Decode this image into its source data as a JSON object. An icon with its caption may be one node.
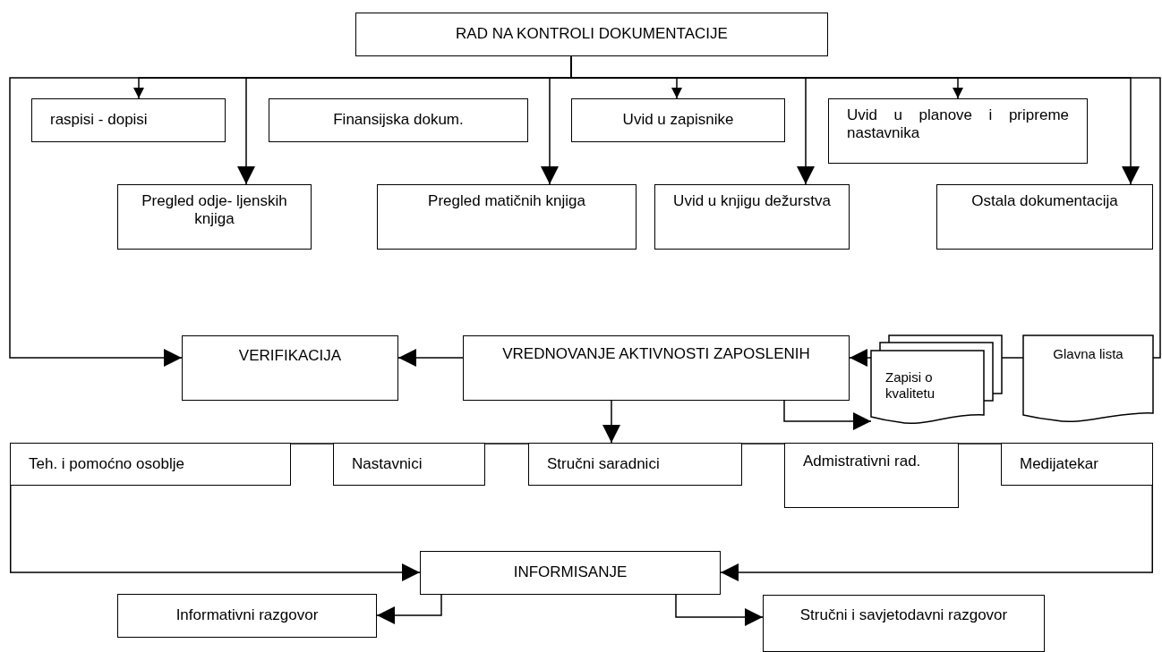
{
  "diagram": {
    "nodes": [
      {
        "text": [
          "RAD NA KONTROLI DOKUMENTACIJE"
        ]
      },
      {
        "text": [
          "raspisi - dopisi"
        ]
      },
      {
        "text": [
          "Finansijska dokum."
        ]
      },
      {
        "text": [
          "Uvid u zapisnike"
        ]
      },
      {
        "text": [
          "Uvid u planove i pripreme nastavnika"
        ]
      },
      {
        "text": [
          "Pregled odje- ljenskih knjiga"
        ]
      },
      {
        "text": [
          "Pregled matičnih knjiga"
        ]
      },
      {
        "text": [
          "Uvid u knjigu dežurstva"
        ]
      },
      {
        "text": [
          "Ostala dokumentacija"
        ]
      },
      {
        "text": [
          "VERIFIKACIJA"
        ]
      },
      {
        "text": [
          "VREDNOVANJE AKTIVNOSTI ZAPOSLENIH"
        ]
      },
      {
        "text": [
          "Zapisi o kvalitetu"
        ]
      },
      {
        "text": [
          "Glavna lista"
        ]
      },
      {
        "text": [
          "Teh. i pomoćno osoblje"
        ]
      },
      {
        "text": [
          "Nastavnici"
        ]
      },
      {
        "text": [
          "Stručni saradnici"
        ]
      },
      {
        "text": [
          "Admistrativni rad."
        ]
      },
      {
        "text": [
          "Medijatekar"
        ]
      },
      {
        "text": [
          "INFORMISANJE"
        ]
      },
      {
        "text": [
          "Informativni razgovor"
        ]
      },
      {
        "text": [
          "Stručni i savjetodavni razgovor"
        ]
      }
    ],
    "edges": [
      {
        "from": 0,
        "to": 1,
        "arrow": "to"
      },
      {
        "from": 0,
        "to": 5,
        "arrow": "to"
      },
      {
        "from": 0,
        "to": 6,
        "arrow": "to"
      },
      {
        "from": 0,
        "to": 3,
        "arrow": "to"
      },
      {
        "from": 0,
        "to": 7,
        "arrow": "to"
      },
      {
        "from": 0,
        "to": 4,
        "arrow": "to"
      },
      {
        "from": 0,
        "to": 8,
        "arrow": "to"
      },
      {
        "from": 0,
        "to": 9,
        "arrow": "to"
      },
      {
        "from": 0,
        "to": 12,
        "arrow": "none"
      },
      {
        "from": 12,
        "to": 11,
        "arrow": "none"
      },
      {
        "from": 11,
        "to": 10,
        "arrow": "to"
      },
      {
        "from": 10,
        "to": 9,
        "arrow": "to"
      },
      {
        "from": 10,
        "to": 11,
        "arrow": "to"
      },
      {
        "from": 10,
        "to": 15,
        "arrow": "to"
      },
      {
        "from": 13,
        "to": 14,
        "arrow": "none"
      },
      {
        "from": 14,
        "to": 15,
        "arrow": "none"
      },
      {
        "from": 15,
        "to": 16,
        "arrow": "none"
      },
      {
        "from": 16,
        "to": 17,
        "arrow": "none"
      },
      {
        "from": 13,
        "to": 18,
        "arrow": "to"
      },
      {
        "from": 17,
        "to": 18,
        "arrow": "to"
      },
      {
        "from": 18,
        "to": 19,
        "arrow": "to"
      },
      {
        "from": 18,
        "to": 20,
        "arrow": "to"
      }
    ]
  }
}
